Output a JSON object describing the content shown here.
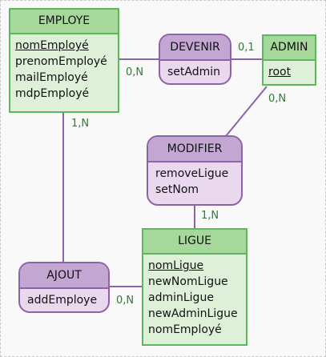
{
  "colors": {
    "entity_border": "#5cb85c",
    "entity_header": "#a5d89a",
    "entity_body": "#def0d8",
    "assoc_border": "#8a64a6",
    "assoc_header": "#c3a6d2",
    "assoc_body": "#ead8ee",
    "cardinality_text": "#2e7d32",
    "line": "#8a64a6"
  },
  "entities": {
    "employe": {
      "name": "EMPLOYE",
      "attributes": [
        "nomEmployé",
        "prenomEmployé",
        "mailEmployé",
        "mdpEmployé"
      ],
      "identifier": "nomEmployé"
    },
    "admin": {
      "name": "ADMIN",
      "attributes": [
        "root"
      ],
      "identifier": "root"
    },
    "ligue": {
      "name": "LIGUE",
      "attributes": [
        "nomLigue",
        "newNomLigue",
        "adminLigue",
        "newAdminLigue",
        "nomEmployé"
      ],
      "identifier": "nomLigue"
    }
  },
  "associations": {
    "devenir": {
      "name": "DEVENIR",
      "attributes": [
        "setAdmin"
      ]
    },
    "modifier": {
      "name": "MODIFIER",
      "attributes": [
        "removeLigue",
        "setNom"
      ]
    },
    "ajout": {
      "name": "AJOUT",
      "attributes": [
        "addEmploye"
      ]
    }
  },
  "cardinalities": {
    "employe_devenir": "0,N",
    "admin_devenir": "0,1",
    "admin_modifier": "0,N",
    "employe_ajout": "1,N",
    "ligue_modifier": "1,N",
    "ligue_ajout": "0,N"
  }
}
